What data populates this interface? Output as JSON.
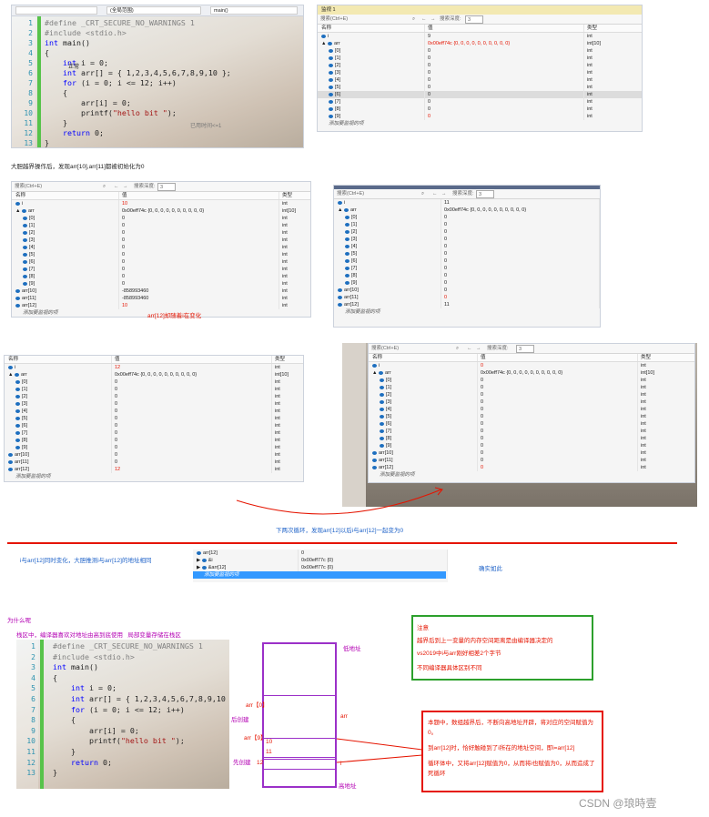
{
  "code_lines": [
    {
      "n": "1",
      "segs": [
        {
          "t": "#define _CRT_SECURE_NO_WARNINGS 1",
          "c": "pp"
        }
      ]
    },
    {
      "n": "2",
      "segs": [
        {
          "t": "#include <stdio.h>",
          "c": "pp"
        }
      ]
    },
    {
      "n": "3",
      "segs": [
        {
          "t": "int",
          "c": "kw"
        },
        {
          "t": " main()",
          "c": ""
        }
      ]
    },
    {
      "n": "4",
      "segs": [
        {
          "t": "{",
          "c": ""
        }
      ]
    },
    {
      "n": "5",
      "segs": [
        {
          "t": "    int",
          "c": "kw"
        },
        {
          "t": " i = 0;",
          "c": ""
        }
      ]
    },
    {
      "n": "6",
      "segs": [
        {
          "t": "    int",
          "c": "kw"
        },
        {
          "t": " arr[] = { 1,2,3,4,5,6,7,8,9,10 };",
          "c": ""
        }
      ]
    },
    {
      "n": "7",
      "segs": [
        {
          "t": "    for",
          "c": "kw"
        },
        {
          "t": " (i = 0; i <= 12; i++)",
          "c": ""
        }
      ]
    },
    {
      "n": "8",
      "segs": [
        {
          "t": "    {",
          "c": ""
        }
      ]
    },
    {
      "n": "9",
      "segs": [
        {
          "t": "        arr[i] = 0;",
          "c": ""
        }
      ]
    },
    {
      "n": "10",
      "segs": [
        {
          "t": "        printf(",
          "c": ""
        },
        {
          "t": "\"hello bit \"",
          "c": "str"
        },
        {
          "t": ");",
          "c": ""
        }
      ]
    },
    {
      "n": "11",
      "segs": [
        {
          "t": "    }",
          "c": ""
        }
      ]
    },
    {
      "n": "12",
      "segs": [
        {
          "t": "    return",
          "c": "kw"
        },
        {
          "t": " 0;",
          "c": ""
        }
      ]
    },
    {
      "n": "13",
      "segs": [
        {
          "t": "}",
          "c": ""
        }
      ]
    }
  ],
  "editor1": {
    "scope": "(全局范围)",
    "func": "main()",
    "hint_normal": "正常",
    "hint_elapsed": "已用时间<=1"
  },
  "watch_common": {
    "search_placeholder": "搜索(Ctrl+E)",
    "depth_label": "搜索深度:",
    "depth": "3",
    "col_name": "名称",
    "col_value": "值",
    "col_type": "类型",
    "add_item": "添加要监视的项",
    "arr_addr": "0x00eff74c {0, 0, 0, 0, 0, 0, 0, 0, 0, 0}"
  },
  "watch1": {
    "title": "监视 1",
    "rows": [
      {
        "n": "i",
        "v": "9",
        "t": "int",
        "d": 0,
        "exp": ""
      },
      {
        "n": "arr",
        "v": "0x00eff74c {0, 0, 0, 0, 0, 0, 0, 0, 0, 0}",
        "t": "int[10]",
        "d": 0,
        "exp": "▲",
        "red": true
      },
      {
        "n": "[0]",
        "v": "0",
        "t": "int",
        "d": 1
      },
      {
        "n": "[1]",
        "v": "0",
        "t": "int",
        "d": 1
      },
      {
        "n": "[2]",
        "v": "0",
        "t": "int",
        "d": 1
      },
      {
        "n": "[3]",
        "v": "0",
        "t": "int",
        "d": 1
      },
      {
        "n": "[4]",
        "v": "0",
        "t": "int",
        "d": 1
      },
      {
        "n": "[5]",
        "v": "0",
        "t": "int",
        "d": 1
      },
      {
        "n": "[6]",
        "v": "0",
        "t": "int",
        "d": 1,
        "sel2": true
      },
      {
        "n": "[7]",
        "v": "0",
        "t": "int",
        "d": 1
      },
      {
        "n": "[8]",
        "v": "0",
        "t": "int",
        "d": 1
      },
      {
        "n": "[9]",
        "v": "0",
        "t": "int",
        "d": 1,
        "red": true
      }
    ]
  },
  "note1": "大胆越界操作后，发现arr[10],arr[11]都被初始化为0",
  "watch2": {
    "rows": [
      {
        "n": "i",
        "v": "10",
        "t": "int",
        "d": 0,
        "red": true
      },
      {
        "n": "arr",
        "v": "0x00eff74c {0, 0, 0, 0, 0, 0, 0, 0, 0, 0}",
        "t": "int[10]",
        "d": 0,
        "exp": "▲"
      },
      {
        "n": "[0]",
        "v": "0",
        "t": "int",
        "d": 1
      },
      {
        "n": "[1]",
        "v": "0",
        "t": "int",
        "d": 1
      },
      {
        "n": "[2]",
        "v": "0",
        "t": "int",
        "d": 1
      },
      {
        "n": "[3]",
        "v": "0",
        "t": "int",
        "d": 1
      },
      {
        "n": "[4]",
        "v": "0",
        "t": "int",
        "d": 1
      },
      {
        "n": "[5]",
        "v": "0",
        "t": "int",
        "d": 1
      },
      {
        "n": "[6]",
        "v": "0",
        "t": "int",
        "d": 1
      },
      {
        "n": "[7]",
        "v": "0",
        "t": "int",
        "d": 1
      },
      {
        "n": "[8]",
        "v": "0",
        "t": "int",
        "d": 1
      },
      {
        "n": "[9]",
        "v": "0",
        "t": "int",
        "d": 1
      },
      {
        "n": "arr[10]",
        "v": "-858993460",
        "t": "int",
        "d": 0
      },
      {
        "n": "arr[11]",
        "v": "-858993460",
        "t": "int",
        "d": 0
      },
      {
        "n": "arr[12]",
        "v": "10",
        "t": "int",
        "d": 0,
        "red": true
      }
    ],
    "annot": "arr[12]却随着i在变化"
  },
  "watch3": {
    "rows": [
      {
        "n": "i",
        "v": "11",
        "t": "",
        "d": 0
      },
      {
        "n": "arr",
        "v": "0x00eff74c {0, 0, 0, 0, 0, 0, 0, 0, 0, 0}",
        "t": "",
        "d": 0,
        "exp": "▲"
      },
      {
        "n": "[0]",
        "v": "0",
        "t": "",
        "d": 1
      },
      {
        "n": "[1]",
        "v": "0",
        "t": "",
        "d": 1
      },
      {
        "n": "[2]",
        "v": "0",
        "t": "",
        "d": 1
      },
      {
        "n": "[3]",
        "v": "0",
        "t": "",
        "d": 1
      },
      {
        "n": "[4]",
        "v": "0",
        "t": "",
        "d": 1
      },
      {
        "n": "[5]",
        "v": "0",
        "t": "",
        "d": 1
      },
      {
        "n": "[6]",
        "v": "0",
        "t": "",
        "d": 1
      },
      {
        "n": "[7]",
        "v": "0",
        "t": "",
        "d": 1
      },
      {
        "n": "[8]",
        "v": "0",
        "t": "",
        "d": 1
      },
      {
        "n": "[9]",
        "v": "0",
        "t": "",
        "d": 1
      },
      {
        "n": "arr[10]",
        "v": "0",
        "t": "",
        "d": 0
      },
      {
        "n": "arr[11]",
        "v": "0",
        "t": "",
        "d": 0,
        "red": true
      },
      {
        "n": "arr[12]",
        "v": "11",
        "t": "",
        "d": 0
      }
    ]
  },
  "watch4": {
    "rows": [
      {
        "n": "i",
        "v": "12",
        "t": "int",
        "d": 0,
        "red": true
      },
      {
        "n": "arr",
        "v": "0x00eff74c {0, 0, 0, 0, 0, 0, 0, 0, 0, 0}",
        "t": "int[10]",
        "d": 0,
        "exp": "▲"
      },
      {
        "n": "[0]",
        "v": "0",
        "t": "int",
        "d": 1
      },
      {
        "n": "[1]",
        "v": "0",
        "t": "int",
        "d": 1
      },
      {
        "n": "[2]",
        "v": "0",
        "t": "int",
        "d": 1
      },
      {
        "n": "[3]",
        "v": "0",
        "t": "int",
        "d": 1
      },
      {
        "n": "[4]",
        "v": "0",
        "t": "int",
        "d": 1
      },
      {
        "n": "[5]",
        "v": "0",
        "t": "int",
        "d": 1
      },
      {
        "n": "[6]",
        "v": "0",
        "t": "int",
        "d": 1
      },
      {
        "n": "[7]",
        "v": "0",
        "t": "int",
        "d": 1
      },
      {
        "n": "[8]",
        "v": "0",
        "t": "int",
        "d": 1
      },
      {
        "n": "[9]",
        "v": "0",
        "t": "int",
        "d": 1
      },
      {
        "n": "arr[10]",
        "v": "0",
        "t": "int",
        "d": 0
      },
      {
        "n": "arr[11]",
        "v": "0",
        "t": "int",
        "d": 0
      },
      {
        "n": "arr[12]",
        "v": "12",
        "t": "int",
        "d": 0,
        "red": true
      }
    ]
  },
  "watch5": {
    "rows": [
      {
        "n": "i",
        "v": "0",
        "t": "int",
        "d": 0,
        "red": true
      },
      {
        "n": "arr",
        "v": "0x00eff74c {0, 0, 0, 0, 0, 0, 0, 0, 0, 0}",
        "t": "int[10]",
        "d": 0,
        "exp": "▲"
      },
      {
        "n": "[0]",
        "v": "0",
        "t": "int",
        "d": 1
      },
      {
        "n": "[1]",
        "v": "0",
        "t": "int",
        "d": 1
      },
      {
        "n": "[2]",
        "v": "0",
        "t": "int",
        "d": 1
      },
      {
        "n": "[3]",
        "v": "0",
        "t": "int",
        "d": 1
      },
      {
        "n": "[4]",
        "v": "0",
        "t": "int",
        "d": 1
      },
      {
        "n": "[5]",
        "v": "0",
        "t": "int",
        "d": 1
      },
      {
        "n": "[6]",
        "v": "0",
        "t": "int",
        "d": 1
      },
      {
        "n": "[7]",
        "v": "0",
        "t": "int",
        "d": 1
      },
      {
        "n": "[8]",
        "v": "0",
        "t": "int",
        "d": 1
      },
      {
        "n": "[9]",
        "v": "0",
        "t": "int",
        "d": 1
      },
      {
        "n": "arr[10]",
        "v": "0",
        "t": "int",
        "d": 0
      },
      {
        "n": "arr[11]",
        "v": "0",
        "t": "int",
        "d": 0
      },
      {
        "n": "arr[12]",
        "v": "0",
        "t": "int",
        "d": 0,
        "red": true
      }
    ]
  },
  "note2": "下两次循环，发现arr[12]以后i与arr[12]一起变为0",
  "note3": "i与arr[12]同时变化，大胆推测i与arr[12]的地址相同",
  "watch6": {
    "rows": [
      {
        "n": "arr[12]",
        "v": "0",
        "t": "",
        "d": 0
      },
      {
        "n": "&i",
        "v": "0x00eff77c {0}",
        "t": "",
        "d": 0,
        "exp": "▶"
      },
      {
        "n": "&arr[12]",
        "v": "0x00eff77c {0}",
        "t": "",
        "d": 0,
        "exp": "▶"
      }
    ]
  },
  "note4": "确实如此",
  "why": "为什么呢",
  "stack_note": "栈区中，编译器喜欢对地址由高到底使用   局部变量存储在栈区",
  "diagram": {
    "low": "低地址",
    "high": "高地址",
    "arr0": "arr【0】",
    "arr": "arr",
    "arr9": "arr【9】",
    "v10": "10",
    "v11": "11",
    "v12": "12",
    "i": "i",
    "after": "后创建",
    "before": "先创建"
  },
  "green_box": {
    "title": "注意",
    "line1": "越界后到上一变量的内存空间距离是由编译器决定的",
    "line2": "vs2019中i与arr刚好相差2个字节",
    "line3": "不同编译器具体区别不同"
  },
  "red_box": {
    "p1": "本题中，数组越界后，不断向高地址开辟，将对应的空间赋值为0。",
    "p2": "到arr[12]时，恰好触碰到了i所在的地址空间，即i=arr[12]",
    "p3": "循环体中，又将arr[12]赋值为0，从而将i也赋值为0，从而造成了死循环"
  },
  "watermark": "CSDN @琅時壹"
}
